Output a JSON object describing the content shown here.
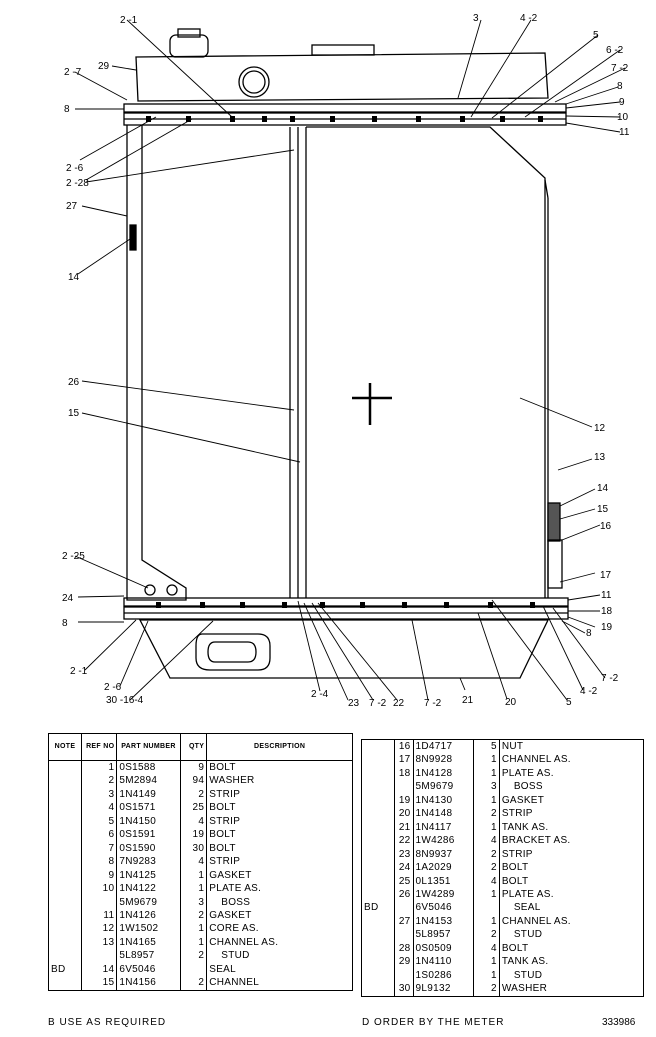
{
  "callouts": [
    {
      "id": "2-1",
      "text": "2 -1"
    },
    {
      "id": "29",
      "text": "29"
    },
    {
      "id": "2-7",
      "text": "2 -7"
    },
    {
      "id": "3",
      "text": "3"
    },
    {
      "id": "4-2-top",
      "text": "4 -2"
    },
    {
      "id": "5-top",
      "text": "5"
    },
    {
      "id": "6-2",
      "text": "6 -2"
    },
    {
      "id": "7-2-top",
      "text": "7 -2"
    },
    {
      "id": "8-tr",
      "text": "8"
    },
    {
      "id": "9",
      "text": "9"
    },
    {
      "id": "10",
      "text": "10"
    },
    {
      "id": "11-top",
      "text": "11"
    },
    {
      "id": "8-left",
      "text": "8"
    },
    {
      "id": "2-6-top",
      "text": "2 -6"
    },
    {
      "id": "2-28",
      "text": "2 -28"
    },
    {
      "id": "27",
      "text": "27"
    },
    {
      "id": "14-left",
      "text": "14"
    },
    {
      "id": "26",
      "text": "26"
    },
    {
      "id": "15-left",
      "text": "15"
    },
    {
      "id": "12",
      "text": "12"
    },
    {
      "id": "13",
      "text": "13"
    },
    {
      "id": "14-right",
      "text": "14"
    },
    {
      "id": "15-right",
      "text": "15"
    },
    {
      "id": "16",
      "text": "16"
    },
    {
      "id": "2-25",
      "text": "2 -25"
    },
    {
      "id": "24",
      "text": "24"
    },
    {
      "id": "17",
      "text": "17"
    },
    {
      "id": "11-bottom",
      "text": "11"
    },
    {
      "id": "18",
      "text": "18"
    },
    {
      "id": "19",
      "text": "19"
    },
    {
      "id": "8-bottom-left",
      "text": "8"
    },
    {
      "id": "8-bottom-right",
      "text": "8"
    },
    {
      "id": "7-2-right",
      "text": "7 -2"
    },
    {
      "id": "2-1-bottom",
      "text": "2 -1"
    },
    {
      "id": "4-2-bottom",
      "text": "4 -2"
    },
    {
      "id": "2-6-bottom",
      "text": "2 -6"
    },
    {
      "id": "30-16-4",
      "text": "30 -16-4"
    },
    {
      "id": "2-4",
      "text": "2 -4"
    },
    {
      "id": "23",
      "text": "23"
    },
    {
      "id": "7-2-b1",
      "text": "7 -2"
    },
    {
      "id": "22",
      "text": "22"
    },
    {
      "id": "7-2-b2",
      "text": "7 -2"
    },
    {
      "id": "21",
      "text": "21"
    },
    {
      "id": "20",
      "text": "20"
    },
    {
      "id": "5-bottom",
      "text": "5"
    }
  ],
  "table_headers": {
    "note": "NOTE",
    "ref": "REF NO",
    "part": "PART NUMBER",
    "qty": "QTY",
    "desc": "DESCRIPTION"
  },
  "parts_left": [
    {
      "note": "",
      "ref": "1",
      "part": "0S1588",
      "qty": "9",
      "desc": "BOLT"
    },
    {
      "note": "",
      "ref": "2",
      "part": "5M2894",
      "qty": "94",
      "desc": "WASHER"
    },
    {
      "note": "",
      "ref": "3",
      "part": "1N4149",
      "qty": "2",
      "desc": "STRIP"
    },
    {
      "note": "",
      "ref": "4",
      "part": "0S1571",
      "qty": "25",
      "desc": "BOLT"
    },
    {
      "note": "",
      "ref": "5",
      "part": "1N4150",
      "qty": "4",
      "desc": "STRIP"
    },
    {
      "note": "",
      "ref": "6",
      "part": "0S1591",
      "qty": "19",
      "desc": "BOLT"
    },
    {
      "note": "",
      "ref": "7",
      "part": "0S1590",
      "qty": "30",
      "desc": "BOLT"
    },
    {
      "note": "",
      "ref": "8",
      "part": "7N9283",
      "qty": "4",
      "desc": "STRIP"
    },
    {
      "note": "",
      "ref": "9",
      "part": "1N4125",
      "qty": "1",
      "desc": "GASKET"
    },
    {
      "note": "",
      "ref": "10",
      "part": "1N4122",
      "qty": "1",
      "desc": "PLATE AS."
    },
    {
      "note": "",
      "ref": "",
      "part": "5M9679",
      "qty": "3",
      "desc": "BOSS"
    },
    {
      "note": "",
      "ref": "11",
      "part": "1N4126",
      "qty": "2",
      "desc": "GASKET"
    },
    {
      "note": "",
      "ref": "12",
      "part": "1W1502",
      "qty": "1",
      "desc": "CORE AS."
    },
    {
      "note": "",
      "ref": "13",
      "part": "1N4165",
      "qty": "1",
      "desc": "CHANNEL AS."
    },
    {
      "note": "",
      "ref": "",
      "part": "5L8957",
      "qty": "2",
      "desc": "STUD"
    },
    {
      "note": "BD",
      "ref": "14",
      "part": "6V5046",
      "qty": "",
      "desc": "SEAL"
    },
    {
      "note": "",
      "ref": "15",
      "part": "1N4156",
      "qty": "2",
      "desc": "CHANNEL"
    }
  ],
  "parts_right": [
    {
      "note": "",
      "ref": "16",
      "part": "1D4717",
      "qty": "5",
      "desc": "NUT"
    },
    {
      "note": "",
      "ref": "17",
      "part": "8N9928",
      "qty": "1",
      "desc": "CHANNEL AS."
    },
    {
      "note": "",
      "ref": "18",
      "part": "1N4128",
      "qty": "1",
      "desc": "PLATE AS."
    },
    {
      "note": "",
      "ref": "",
      "part": "5M9679",
      "qty": "3",
      "desc": "BOSS"
    },
    {
      "note": "",
      "ref": "19",
      "part": "1N4130",
      "qty": "1",
      "desc": "GASKET"
    },
    {
      "note": "",
      "ref": "20",
      "part": "1N4148",
      "qty": "2",
      "desc": "STRIP"
    },
    {
      "note": "",
      "ref": "21",
      "part": "1N4117",
      "qty": "1",
      "desc": "TANK AS."
    },
    {
      "note": "",
      "ref": "22",
      "part": "1W4286",
      "qty": "4",
      "desc": "BRACKET AS."
    },
    {
      "note": "",
      "ref": "23",
      "part": "8N9937",
      "qty": "2",
      "desc": "STRIP"
    },
    {
      "note": "",
      "ref": "24",
      "part": "1A2029",
      "qty": "2",
      "desc": "BOLT"
    },
    {
      "note": "",
      "ref": "25",
      "part": "0L1351",
      "qty": "4",
      "desc": "BOLT"
    },
    {
      "note": "",
      "ref": "26",
      "part": "1W4289",
      "qty": "1",
      "desc": "PLATE AS."
    },
    {
      "note": "BD",
      "ref": "",
      "part": "6V5046",
      "qty": "",
      "desc": "SEAL"
    },
    {
      "note": "",
      "ref": "27",
      "part": "1N4153",
      "qty": "1",
      "desc": "CHANNEL AS."
    },
    {
      "note": "",
      "ref": "",
      "part": "5L8957",
      "qty": "2",
      "desc": "STUD"
    },
    {
      "note": "",
      "ref": "28",
      "part": "0S0509",
      "qty": "4",
      "desc": "BOLT"
    },
    {
      "note": "",
      "ref": "29",
      "part": "1N4110",
      "qty": "1",
      "desc": "TANK AS."
    },
    {
      "note": "",
      "ref": "",
      "part": "1S0286",
      "qty": "1",
      "desc": "STUD"
    },
    {
      "note": "",
      "ref": "30",
      "part": "9L9132",
      "qty": "2",
      "desc": "WASHER"
    }
  ],
  "footer": {
    "note_b": "B   USE AS REQUIRED",
    "note_d": "D   ORDER BY THE METER",
    "illustration_number": "333986"
  }
}
